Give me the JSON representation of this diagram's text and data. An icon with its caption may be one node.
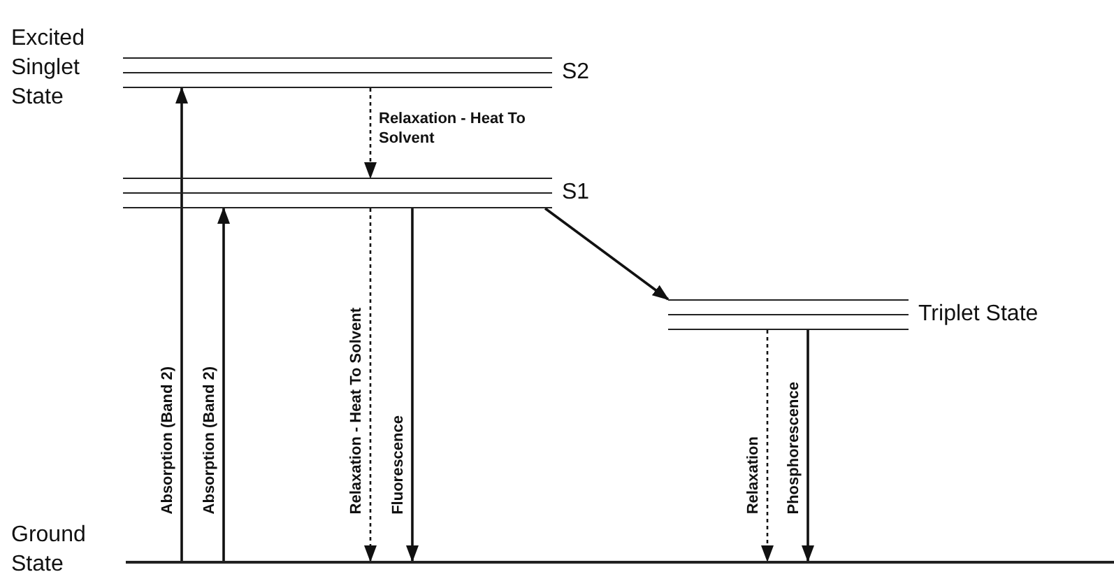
{
  "diagram": {
    "nodes": [
      {
        "text": [
          "S2"
        ],
        "beside": [
          "Excited Singlet State"
        ]
      },
      {
        "text": [
          "S1"
        ]
      },
      {
        "text": [
          "Triplet State"
        ]
      },
      {
        "text": [
          "Ground State"
        ]
      }
    ],
    "edges": [
      {
        "from": 3,
        "to": 0,
        "arrow": "to",
        "label": "Absorption (Band 2)"
      },
      {
        "from": 3,
        "to": 1,
        "arrow": "to",
        "label": "Absorption (Band 2)"
      },
      {
        "from": 0,
        "to": 1,
        "arrow": "to",
        "label": "Relaxation - Heat To Solvent",
        "style": "dashed"
      },
      {
        "from": 1,
        "to": 3,
        "arrow": "to",
        "label": "Relaxation - Heat To Solvent",
        "style": "dashed"
      },
      {
        "from": 1,
        "to": 3,
        "arrow": "to",
        "label": "Fluorescence"
      },
      {
        "from": 1,
        "to": 2,
        "arrow": "to"
      },
      {
        "from": 2,
        "to": 3,
        "arrow": "to",
        "label": "Relaxation",
        "style": "dashed"
      },
      {
        "from": 2,
        "to": 3,
        "arrow": "to",
        "label": "Phosphorescence"
      }
    ]
  }
}
